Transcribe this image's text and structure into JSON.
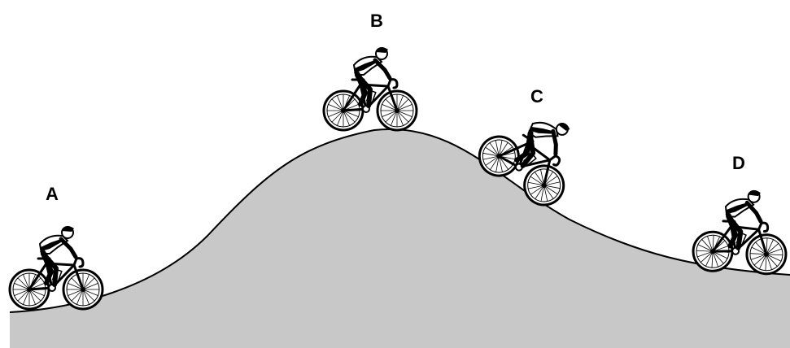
{
  "labels": {
    "a": "A",
    "b": "B",
    "c": "C",
    "d": "D"
  },
  "colors": {
    "hill_fill": "#c8c8c8",
    "outline": "#000000",
    "background": "#ffffff"
  }
}
